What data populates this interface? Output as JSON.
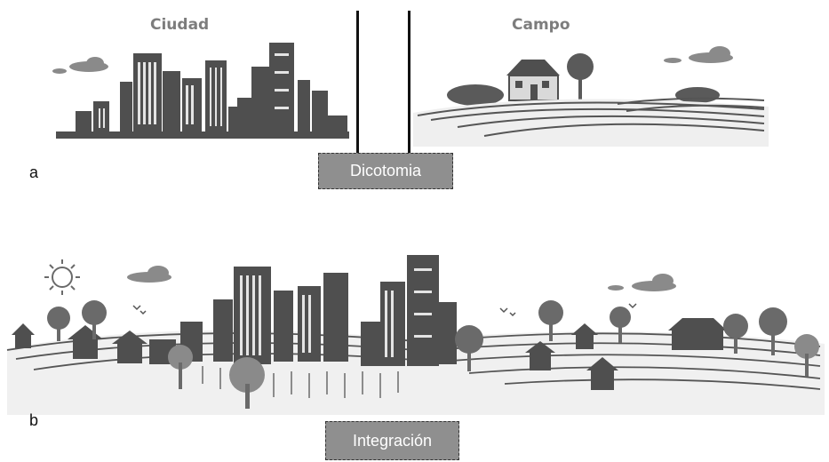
{
  "panel_a": {
    "letter": "a",
    "city_title": "Ciudad",
    "country_title": "Campo",
    "concept": "Dicotomia"
  },
  "panel_b": {
    "letter": "b",
    "concept": "Integración"
  },
  "colors": {
    "dark_gray": "#4f4f4f",
    "mid_gray": "#7a7a7a",
    "light_gray": "#bdbdbd",
    "box_fill": "#8f8f8f"
  }
}
